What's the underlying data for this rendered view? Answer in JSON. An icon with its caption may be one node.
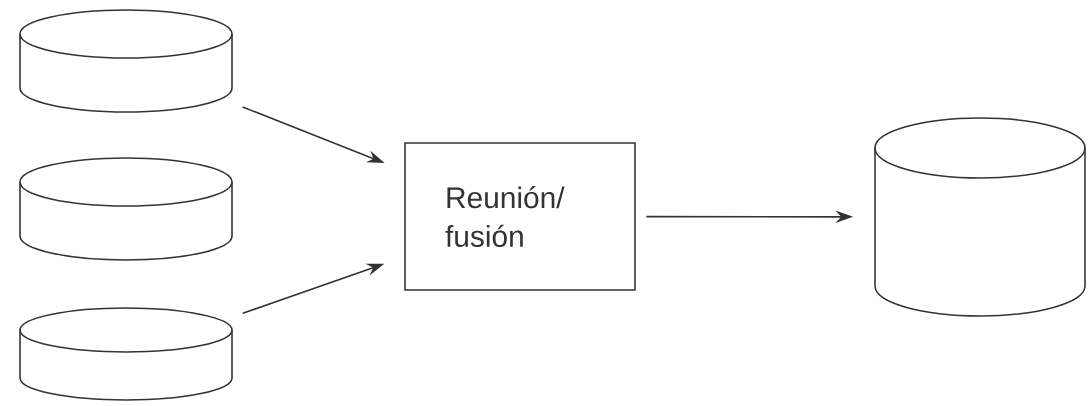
{
  "diagram": {
    "nodes": [
      {
        "text": [],
        "shape": "cylinder"
      },
      {
        "text": [],
        "shape": "cylinder"
      },
      {
        "text": [],
        "shape": "cylinder"
      },
      {
        "text": [
          "Reunión/ fusión"
        ]
      },
      {
        "text": [],
        "shape": "cylinder"
      }
    ],
    "edges": [
      {
        "from": 0,
        "to": 3,
        "arrow": "to"
      },
      {
        "from": 2,
        "to": 3,
        "arrow": "to"
      },
      {
        "from": 3,
        "to": 4,
        "arrow": "to"
      }
    ]
  }
}
